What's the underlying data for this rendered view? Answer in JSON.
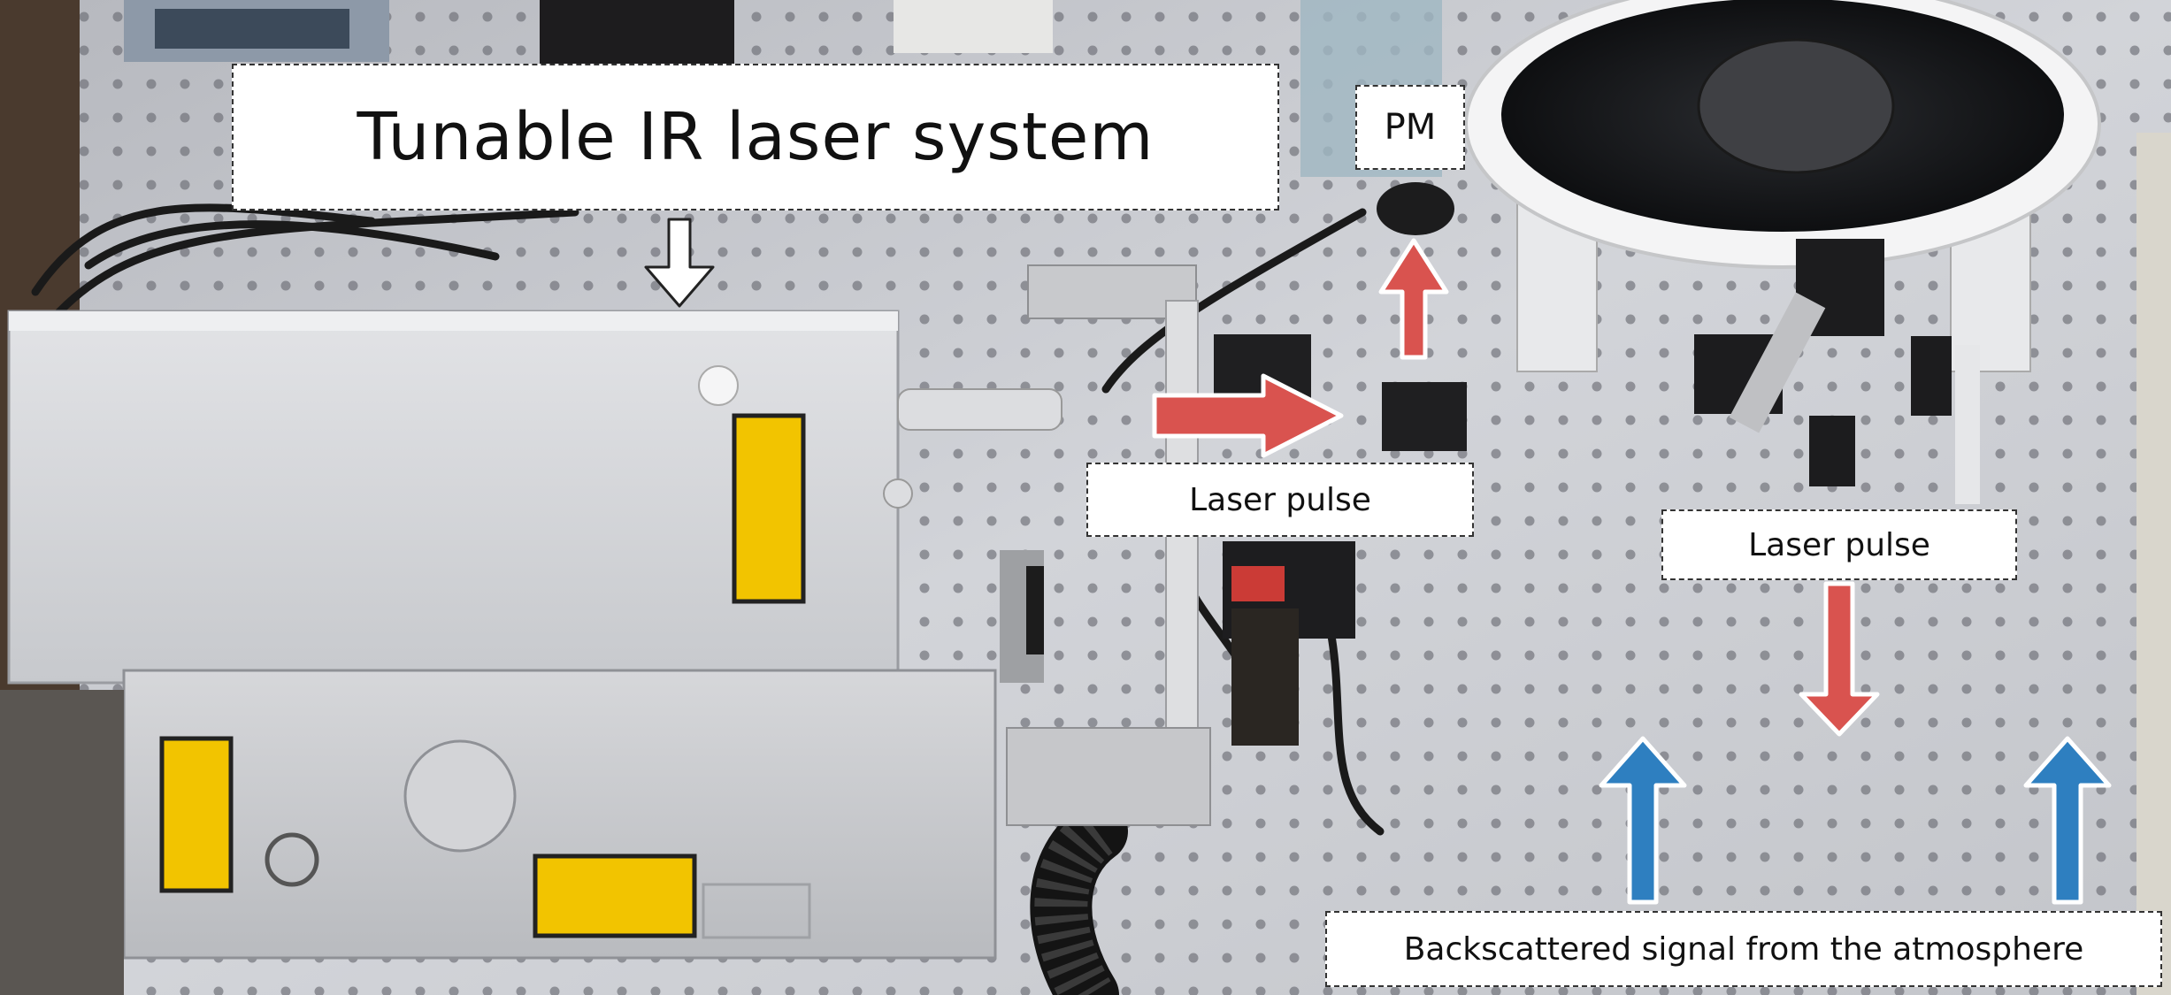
{
  "labels": {
    "title": "Tunable IR laser system",
    "power_meter": "PM",
    "laser_pulse_left": "Laser pulse",
    "laser_pulse_right": "Laser pulse",
    "backscattered": "Backscattered signal from the atmosphere"
  },
  "colors": {
    "laser_arrow": "#d9534f",
    "backscatter_arrow": "#2e7fc0",
    "pointer_arrow": "#ffffff",
    "warning_label": "#f5c400",
    "laser_housing": "#d3d5d8",
    "optical_table": "#c9cbd0"
  },
  "icons": {
    "arrow_to_laser": "down-arrow-icon",
    "arrow_to_pm": "up-arrow-icon",
    "arrow_beam": "right-arrow-icon",
    "arrow_pulse_down": "down-arrow-icon",
    "arrow_backscatter": "up-arrow-icon"
  }
}
